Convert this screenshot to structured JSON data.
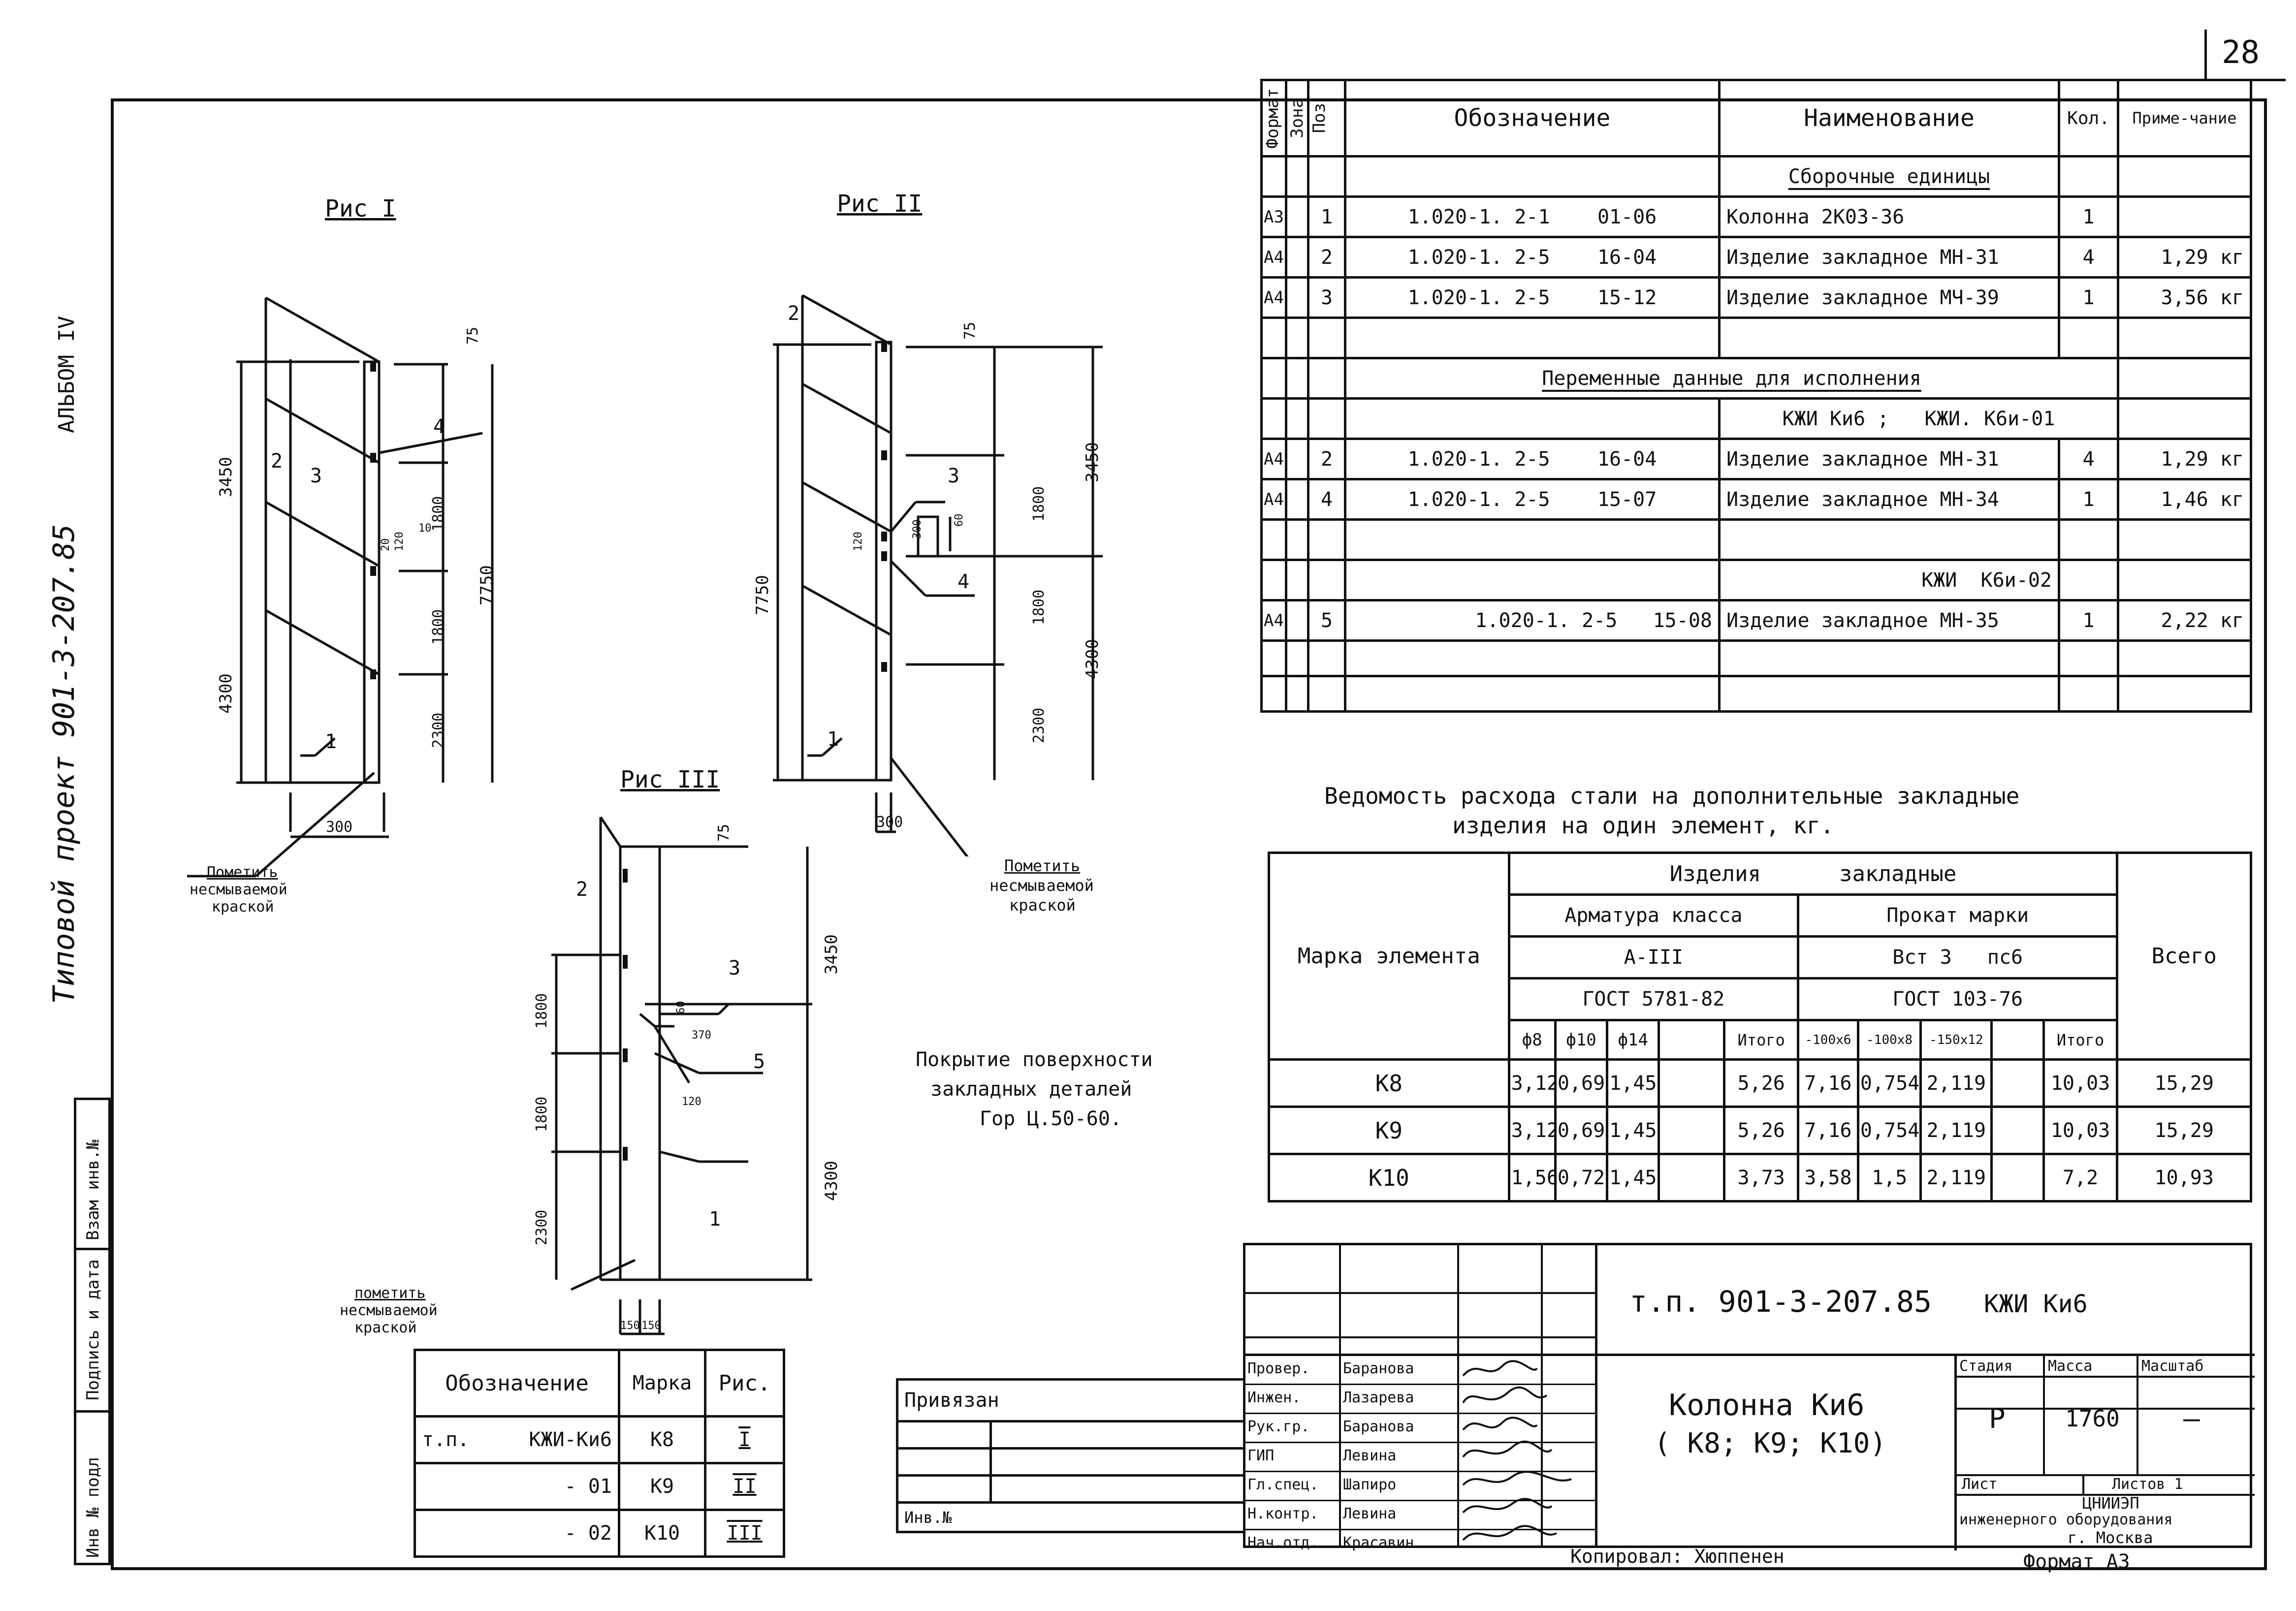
{
  "sheet": {
    "number": "28",
    "side_album": "АЛЬБОМ IV",
    "side_project": "Типовой проект 901-3-207.85",
    "side_boxes": [
      "Инв № подл",
      "Подпись и дата",
      "Взам инв.№"
    ]
  },
  "figures": {
    "fig1": {
      "title": "Рис I",
      "dims": [
        "75",
        "3450",
        "1800",
        "1800",
        "2300",
        "4300",
        "7750",
        "300",
        "20",
        "120",
        "10"
      ],
      "callouts": [
        "1",
        "2",
        "3",
        "4"
      ],
      "note": [
        "Пометить",
        "несмываемой",
        "краской"
      ]
    },
    "fig2": {
      "title": "Рис II",
      "dims": [
        "75",
        "3450",
        "1800",
        "300",
        "60",
        "120",
        "1800",
        "2300",
        "4300",
        "7750",
        "300"
      ],
      "callouts": [
        "1",
        "2",
        "3",
        "4"
      ],
      "note": [
        "Пометить",
        "несмываемой",
        "краской"
      ]
    },
    "fig3": {
      "title": "Рис III",
      "dims": [
        "75",
        "3450",
        "1800",
        "60",
        "370",
        "120",
        "1800",
        "4300",
        "2300",
        "150",
        "150"
      ],
      "callouts": [
        "1",
        "2",
        "3",
        "5"
      ],
      "note": [
        "пометить",
        "несмываемой",
        "краской"
      ]
    }
  },
  "coating_note": [
    "Покрытие поверхности",
    "закладных деталей",
    "Гор Ц.50-60."
  ],
  "spec_table": {
    "headers": {
      "format": "Формат",
      "zone": "Зона",
      "pos": "Поз",
      "designation": "Обозначение",
      "name": "Наименование",
      "qty": "Кол.",
      "note": "Приме-чание"
    },
    "assembly_title": "Сборочные единицы",
    "assembly_rows": [
      {
        "format": "А3",
        "pos": "1",
        "designation": "1.020-1. 2-1    01-06",
        "name": "Колонна  2К03-36",
        "qty": "1",
        "note": ""
      },
      {
        "format": "А4",
        "pos": "2",
        "designation": "1.020-1. 2-5    16-04",
        "name": "Изделие закладное МН-31",
        "qty": "4",
        "note": "1,29 кг"
      },
      {
        "format": "А4",
        "pos": "3",
        "designation": "1.020-1. 2-5    15-12",
        "name": "Изделие закладное МЧ-39",
        "qty": "1",
        "note": "3,56 кг"
      }
    ],
    "variable_title": "Переменные данные для исполнения",
    "variant_a": "КЖИ Ки6 ;   КЖИ. К6и-01",
    "variant_a_rows": [
      {
        "format": "А4",
        "pos": "2",
        "designation": "1.020-1. 2-5    16-04",
        "name": "Изделие закладное МН-31",
        "qty": "4",
        "note": "1,29 кг"
      },
      {
        "format": "А4",
        "pos": "4",
        "designation": "1.020-1. 2-5    15-07",
        "name": "Изделие закладное МН-34",
        "qty": "1",
        "note": "1,46 кг"
      }
    ],
    "variant_b": "КЖИ  К6и-02",
    "variant_b_rows": [
      {
        "format": "А4",
        "pos": "5",
        "designation": "1.020-1. 2-5   15-08",
        "name": "Изделие закладное МН-35",
        "qty": "1",
        "note": "2,22 кг"
      }
    ]
  },
  "steel_table": {
    "title_line1": "Ведомость расхода стали на дополнительные закладные",
    "title_line2": "изделия на один элемент, кг.",
    "h_mark": "Марка элемента",
    "h_items": "Изделия      закладные",
    "h_rebar": "Арматура класса",
    "h_rebar_class": "А-III",
    "h_rebar_gost": "ГОСТ 5781-82",
    "h_rolled": "Прокат марки",
    "h_rolled_grade": "Вст 3   пс6",
    "h_rolled_gost": "ГОСТ 103-76",
    "h_total": "Всего",
    "cols": [
      "ф8",
      "ф10",
      "ф14",
      "",
      "Итого",
      "-100х6",
      "-100х8",
      "-150х12",
      "",
      "Итого"
    ],
    "rows": [
      {
        "mark": "К8",
        "v": [
          "3,12",
          "0,69",
          "1,45",
          "",
          "5,26",
          "7,16",
          "0,754",
          "2,119",
          "",
          "10,03"
        ],
        "total": "15,29"
      },
      {
        "mark": "К9",
        "v": [
          "3,12",
          "0,69",
          "1,45",
          "",
          "5,26",
          "7,16",
          "0,754",
          "2,119",
          "",
          "10,03"
        ],
        "total": "15,29"
      },
      {
        "mark": "К10",
        "v": [
          "1,56",
          "0,72",
          "1,45",
          "",
          "3,73",
          "3,58",
          "1,5",
          "2,119",
          "",
          "7,2"
        ],
        "total": "10,93"
      }
    ]
  },
  "marks_table": {
    "headers": [
      "Обозначение",
      "Марка",
      "Рис."
    ],
    "rows": [
      {
        "prefix": "т.п.",
        "designation": "КЖИ-Ки6",
        "mark": "К8",
        "fig": "I"
      },
      {
        "prefix": "",
        "designation": "- 01",
        "mark": "К9",
        "fig": "II"
      },
      {
        "prefix": "",
        "designation": "- 02",
        "mark": "К10",
        "fig": "III"
      }
    ]
  },
  "bind_block": {
    "label": "Привязан",
    "inv": "Инв.№"
  },
  "stamp": {
    "code": "т.п. 901-3-207.85",
    "doc": "КЖИ Ки6",
    "title_line1": "Колонна Ки6",
    "title_line2": "( К8; К9; К10)",
    "stage_label": "Стадия",
    "mass_label": "Масса",
    "scale_label": "Масштаб",
    "stage": "Р",
    "mass": "1760",
    "scale": "—",
    "sheet_label": "Лист",
    "sheets_label": "Листов 1",
    "org1": "ЦНИИЭП",
    "org2": "инженерного оборудования",
    "org3": "г. Москва",
    "people": [
      {
        "role": "Провер.",
        "name": "Баранова"
      },
      {
        "role": "Инжен.",
        "name": "Лазарева"
      },
      {
        "role": "Рук.гр.",
        "name": "Баранова"
      },
      {
        "role": "ГИП",
        "name": "Левина"
      },
      {
        "role": "Гл.спец.",
        "name": "Шапиро"
      },
      {
        "role": "Н.контр.",
        "name": "Левина"
      },
      {
        "role": "Нач.отд.",
        "name": "Красавин"
      }
    ]
  },
  "copied_by": "Копировал: Хюппенен",
  "format": "Формат А3"
}
